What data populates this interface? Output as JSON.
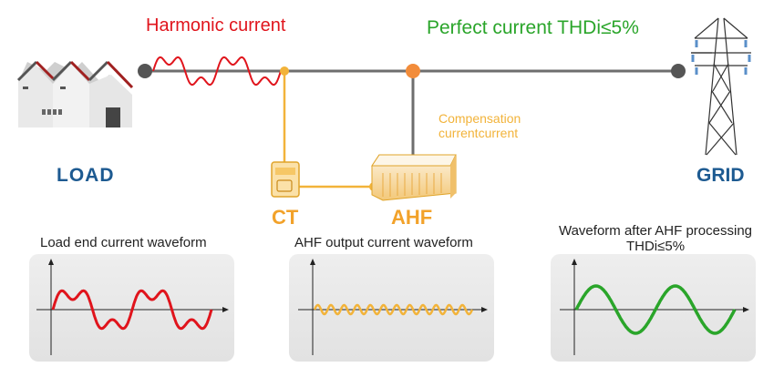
{
  "title_harmonic": "Harmonic current",
  "title_perfect": "Perfect current  THDi≤5%",
  "compensation_label": "Compensation currentcurrent",
  "load_label": "LOAD",
  "grid_label": "GRID",
  "ct_label": "CT",
  "ahf_label": "AHF",
  "panels": [
    {
      "title": "Load end current waveform"
    },
    {
      "title": "AHF output current waveform"
    },
    {
      "title": "Waveform after AHF processing THDi≤5%"
    }
  ],
  "colors": {
    "harmonic": "#e0141c",
    "perfect": "#2aa52a",
    "compensation": "#f2b33a",
    "label_blue": "#1d5a91",
    "line": "#6e6e6e",
    "panel_bg": "#e9e9e9"
  }
}
